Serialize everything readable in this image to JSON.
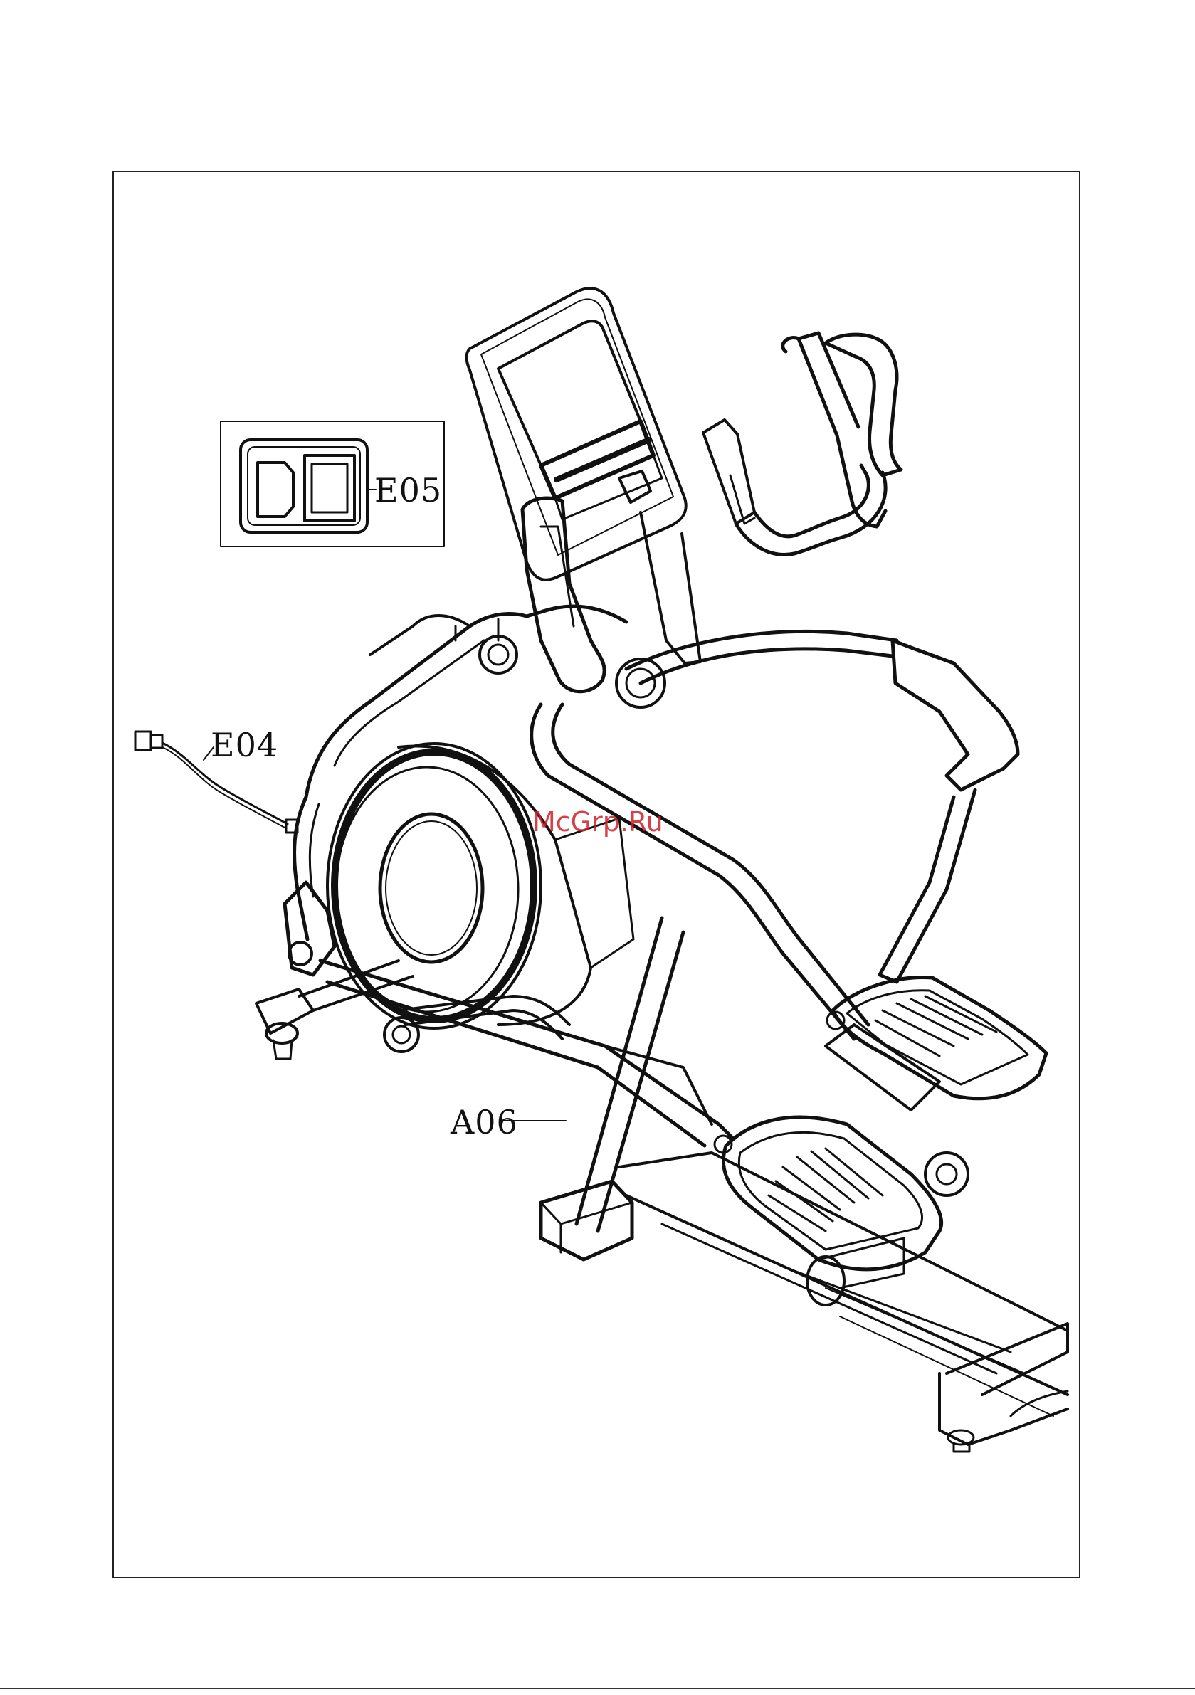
{
  "labels": {
    "e05": "E05",
    "e04": "E04",
    "a06": "A06"
  },
  "watermark": "McGrp.Ru",
  "colors": {
    "line": "#111111",
    "watermark": "#d0202a"
  }
}
